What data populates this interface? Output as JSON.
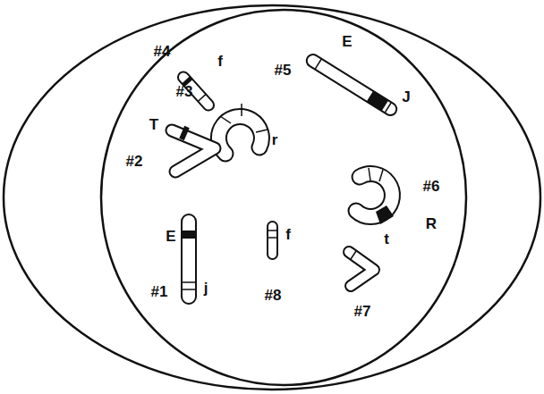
{
  "diagram": {
    "labels": [
      "#4",
      "f",
      "E",
      "#5",
      "J",
      "#3",
      "r",
      "T",
      "#2",
      "#6",
      "R",
      "E",
      "f",
      "#1",
      "j",
      "#8",
      "#7",
      "t"
    ]
  }
}
